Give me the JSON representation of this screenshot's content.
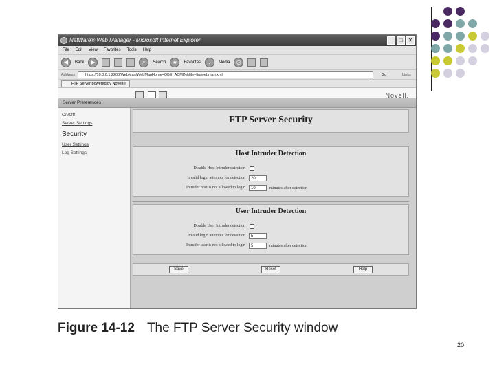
{
  "colors": {
    "dot_purple": "#4b2a63",
    "dot_teal": "#7fa7a8",
    "dot_olive": "#c9c934",
    "dot_lavender": "#d4d0df"
  },
  "browser": {
    "title": "NetWare® Web Manager - Microsoft Internet Explorer",
    "menu": [
      "File",
      "Edit",
      "View",
      "Favorites",
      "Tools",
      "Help"
    ],
    "toolbar": {
      "back": "Back",
      "search": "Search",
      "favorites": "Favorites",
      "media": "Media"
    },
    "address_label": "Address",
    "address_value": "https://10.0.0.1:2200/WebMan/WebManHome=OBE_ADMIN&file=ftp/webman.xml",
    "go_label": "Go",
    "links_label": "Links",
    "tab_label": "FTP Server powered by Novell®"
  },
  "app": {
    "brand": "Novell.",
    "section_header": "Server Preferences",
    "sidebar": {
      "links": [
        "On/Off",
        "Server Settings"
      ],
      "active": "Security",
      "links_after": [
        "User Settings",
        "Log Settings"
      ]
    },
    "page_title": "FTP Server Security",
    "host_section": {
      "title": "Host Intruder Detection",
      "disable_label": "Disable Host Intruder detection",
      "attempts_label": "Invalid login attempts for detection",
      "attempts_value": "20",
      "not_allowed_label": "Intruder host is not allowed to login",
      "not_allowed_value": "10",
      "suffix": "minutes after detection"
    },
    "user_section": {
      "title": "User Intruder Detection",
      "disable_label": "Disable User Intruder detection",
      "attempts_label": "Invalid login attempts for detection",
      "attempts_value": "5",
      "not_allowed_label": "Intruder user is not allowed to login",
      "not_allowed_value": "5",
      "suffix": "minutes after detection"
    },
    "buttons": {
      "save": "Save",
      "reset": "Reset",
      "help": "Help"
    }
  },
  "caption": {
    "figure": "Figure 14-12",
    "title": "The FTP Server Security window"
  },
  "page_number": "20"
}
